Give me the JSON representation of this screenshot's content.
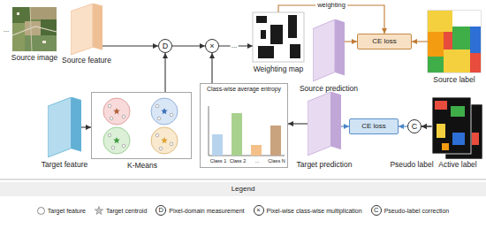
{
  "diagram": {
    "nodes": [
      {
        "text": [
          "Source image"
        ]
      },
      {
        "text": [
          "Source feature"
        ]
      },
      {
        "text": [
          "D"
        ]
      },
      {
        "text": [
          "×"
        ]
      },
      {
        "text": [
          "Weighting map"
        ]
      },
      {
        "text": [
          "Source prediction"
        ]
      },
      {
        "text": [
          "CE loss"
        ]
      },
      {
        "text": [
          "Source label"
        ]
      },
      {
        "text": [
          "Target feature"
        ]
      },
      {
        "text": [
          "K-Means"
        ]
      },
      {
        "text": [
          "Class-wise average entropy",
          "Class 1",
          "Class 2",
          "...",
          "Class N"
        ]
      },
      {
        "text": [
          "Target prediction"
        ]
      },
      {
        "text": [
          "CE loss"
        ]
      },
      {
        "text": [
          "C"
        ]
      },
      {
        "text": [
          "Pseudo label"
        ]
      },
      {
        "text": [
          "Active label"
        ]
      }
    ],
    "edges": [
      {
        "from": 1,
        "to": 2,
        "arrow": "to"
      },
      {
        "from": 8,
        "to": 9,
        "arrow": "to"
      },
      {
        "from": 9,
        "to": 2,
        "arrow": "to"
      },
      {
        "from": 2,
        "to": 3,
        "arrow": "to"
      },
      {
        "from": 10,
        "to": 3,
        "arrow": "to"
      },
      {
        "from": 11,
        "to": 10,
        "arrow": "to"
      },
      {
        "from": 3,
        "to": 4,
        "arrow": "to"
      },
      {
        "from": 4,
        "to": 6,
        "label": "weighting",
        "arrow": "to"
      },
      {
        "from": 5,
        "to": 6,
        "arrow": "to"
      },
      {
        "from": 7,
        "to": 6,
        "arrow": "to"
      },
      {
        "from": 11,
        "to": 12,
        "arrow": "to"
      },
      {
        "from": 13,
        "to": 12,
        "arrow": "to"
      },
      {
        "from": 14,
        "to": 13,
        "arrow": "to"
      },
      {
        "from": 15,
        "to": 13,
        "arrow": "to"
      }
    ],
    "labels": [
      "...",
      "...",
      "Legend",
      "D",
      "×",
      "C"
    ],
    "legend": [
      {
        "text": "Target feature"
      },
      {
        "text": "Target centroid"
      },
      {
        "text": "Pixel-domain measurement"
      },
      {
        "text": "Pixel-wise class-wise multiplication"
      },
      {
        "text": "Pseudo-label correction"
      }
    ]
  }
}
